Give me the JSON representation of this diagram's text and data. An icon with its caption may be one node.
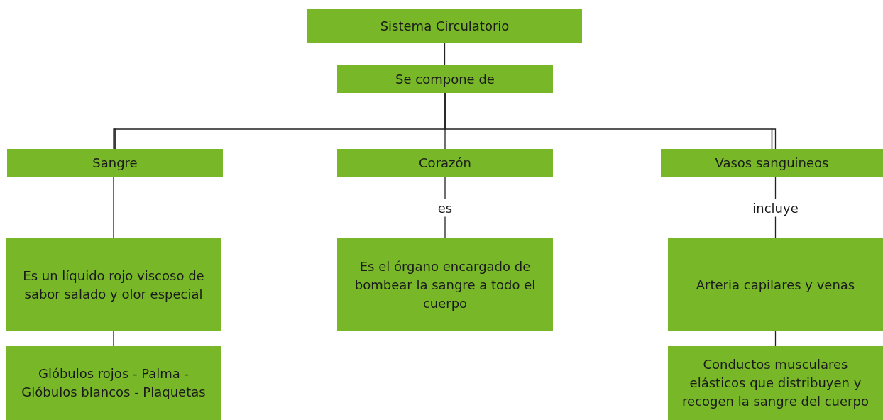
{
  "diagram": {
    "nodes": [
      {
        "text": [
          "Sistema Circulatorio"
        ]
      },
      {
        "text": [
          "Se compone de"
        ]
      },
      {
        "text": [
          "Sangre"
        ]
      },
      {
        "text": [
          "Corazón"
        ]
      },
      {
        "text": [
          "Vasos sanguineos"
        ]
      },
      {
        "text": [
          "Es un líquido rojo viscoso de sabor salado y olor especial"
        ]
      },
      {
        "text": [
          "Es el órgano encargado de bombear la sangre a todo el cuerpo"
        ]
      },
      {
        "text": [
          "Arteria capilares y venas"
        ]
      },
      {
        "text": [
          "Glóbulos rojos - Palma -Glóbulos blancos - Plaquetas"
        ]
      },
      {
        "text": [
          "Conductos musculares elásticos que distribuyen y recogen la sangre del cuerpo"
        ]
      }
    ],
    "edges": [
      {
        "from": 0,
        "to": 1,
        "arrow": "none"
      },
      {
        "from": 1,
        "to": 2,
        "arrow": "none"
      },
      {
        "from": 1,
        "to": 3,
        "arrow": "none"
      },
      {
        "from": 1,
        "to": 4,
        "arrow": "none"
      },
      {
        "from": 2,
        "to": 5,
        "arrow": "none"
      },
      {
        "from": 3,
        "to": 6,
        "arrow": "none",
        "label": "es"
      },
      {
        "from": 4,
        "to": 7,
        "arrow": "none",
        "label": "incluye"
      },
      {
        "from": 5,
        "to": 8,
        "arrow": "none"
      },
      {
        "from": 7,
        "to": 9,
        "arrow": "none"
      }
    ]
  }
}
